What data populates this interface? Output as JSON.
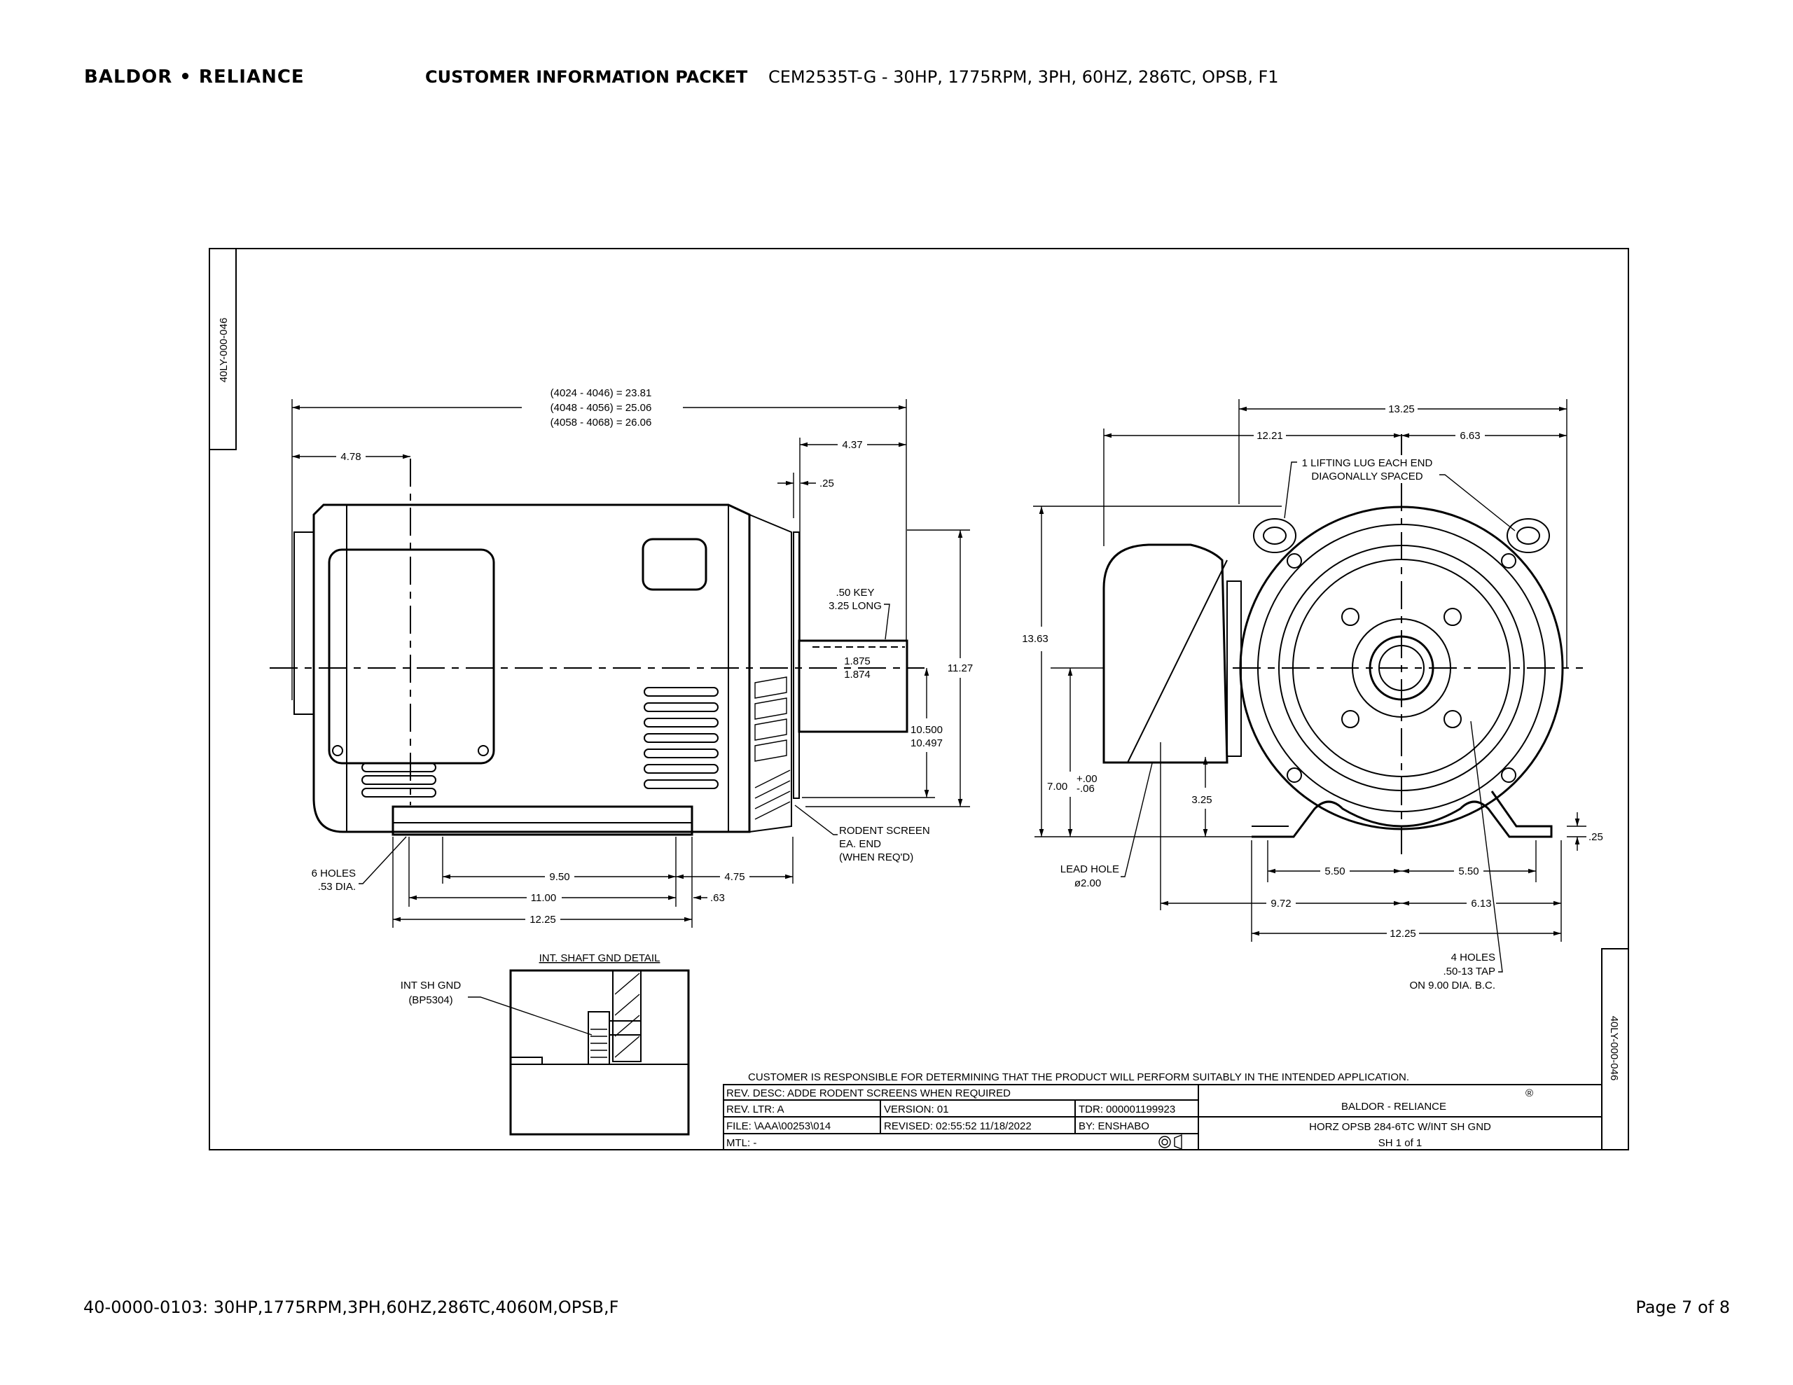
{
  "header": {
    "brand_logo": "BALDOR • RELIANCE",
    "packet_title": "CUSTOMER INFORMATION PACKET",
    "model_desc": "CEM2535T-G - 30HP, 1775RPM, 3PH, 60HZ, 286TC, OPSB, F1"
  },
  "footer": {
    "spec": "40-0000-0103: 30HP,1775RPM,3PH,60HZ,286TC,4060M,OPSB,F",
    "page": "Page 7 of 8"
  },
  "drawing": {
    "drawing_number": "40LY-000-046",
    "side_view": {
      "overall_lengths": [
        "(4024 - 4046) = 23.81",
        "(4048 - 4056) = 25.06",
        "(4058 - 4068) = 26.06"
      ],
      "dim_478": "4.78",
      "dim_437": "4.37",
      "dim_025": ".25",
      "key": [
        ".50 KEY",
        "3.25 LONG"
      ],
      "shaft_dia": [
        "1.875",
        "1.874"
      ],
      "dim_1127": "11.27",
      "shaft_height": [
        "10.500",
        "10.497"
      ],
      "rodent_screen": [
        "RODENT SCREEN",
        "EA. END",
        "(WHEN REQ'D)"
      ],
      "holes": [
        "6 HOLES",
        ".53 DIA."
      ],
      "dim_950": "9.50",
      "dim_475": "4.75",
      "dim_1100": "11.00",
      "dim_063": ".63",
      "dim_1225": "12.25"
    },
    "detail": {
      "title": "INT. SHAFT GND DETAIL",
      "label": [
        "INT SH GND",
        "(BP5304)"
      ]
    },
    "end_view": {
      "dim_1325": "13.25",
      "dim_1221": "12.21",
      "dim_663": "6.63",
      "lifting_lug": [
        "1 LIFTING LUG EACH END",
        "DIAGONALLY SPACED"
      ],
      "dim_1363": "13.63",
      "dim_700": "7.00",
      "dim_700_tol_plus": "+.00",
      "dim_700_tol_minus": "-.06",
      "dim_325": "3.25",
      "lead_hole": [
        "LEAD HOLE",
        "ø2.00"
      ],
      "dim_550_left": "5.50",
      "dim_550_right": "5.50",
      "dim_972": "9.72",
      "dim_613": "6.13",
      "dim_1225": "12.25",
      "dim_025": ".25",
      "tap_holes": [
        "4 HOLES",
        ".50-13 TAP",
        "ON 9.00 DIA. B.C."
      ]
    },
    "title_block": {
      "disclaimer": "CUSTOMER IS RESPONSIBLE FOR DETERMINING THAT THE PRODUCT WILL PERFORM SUITABLY IN THE INTENDED APPLICATION.",
      "rev_desc": "REV. DESC:  ADDE RODENT SCREENS WHEN REQUIRED",
      "rev_ltr": "REV. LTR:  A",
      "version": "VERSION: 01",
      "tdr": "TDR: 000001199923",
      "file": "FILE: \\AAA\\00253\\014",
      "revised": "REVISED: 02:55:52 11/18/2022",
      "by": "BY:  ENSHABO",
      "mtl": "MTL: -",
      "company": "BALDOR - RELIANCE",
      "registered": "®",
      "description": "HORZ OPSB 284-6TC W/INT SH GND",
      "sheet": "SH 1 of 1"
    }
  }
}
